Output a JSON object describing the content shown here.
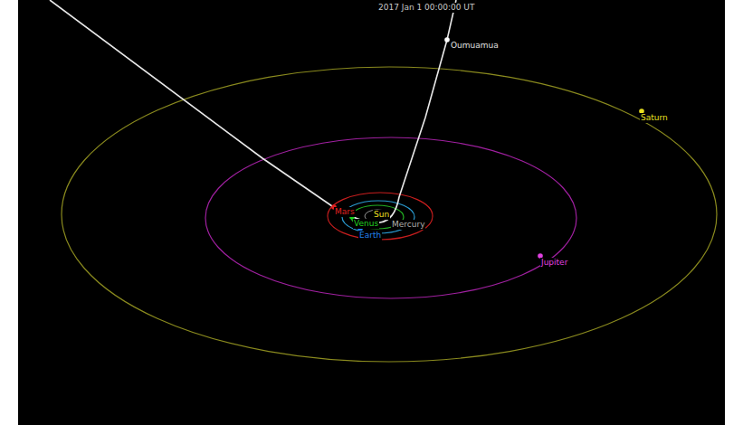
{
  "diagram": {
    "labels": [
      "2017 Jan 1 00:00:00 UT",
      "Oumuamua",
      "Saturn",
      "Jupiter",
      "Mars",
      "Venus",
      "Earth",
      "Sun",
      "Mercury"
    ]
  }
}
